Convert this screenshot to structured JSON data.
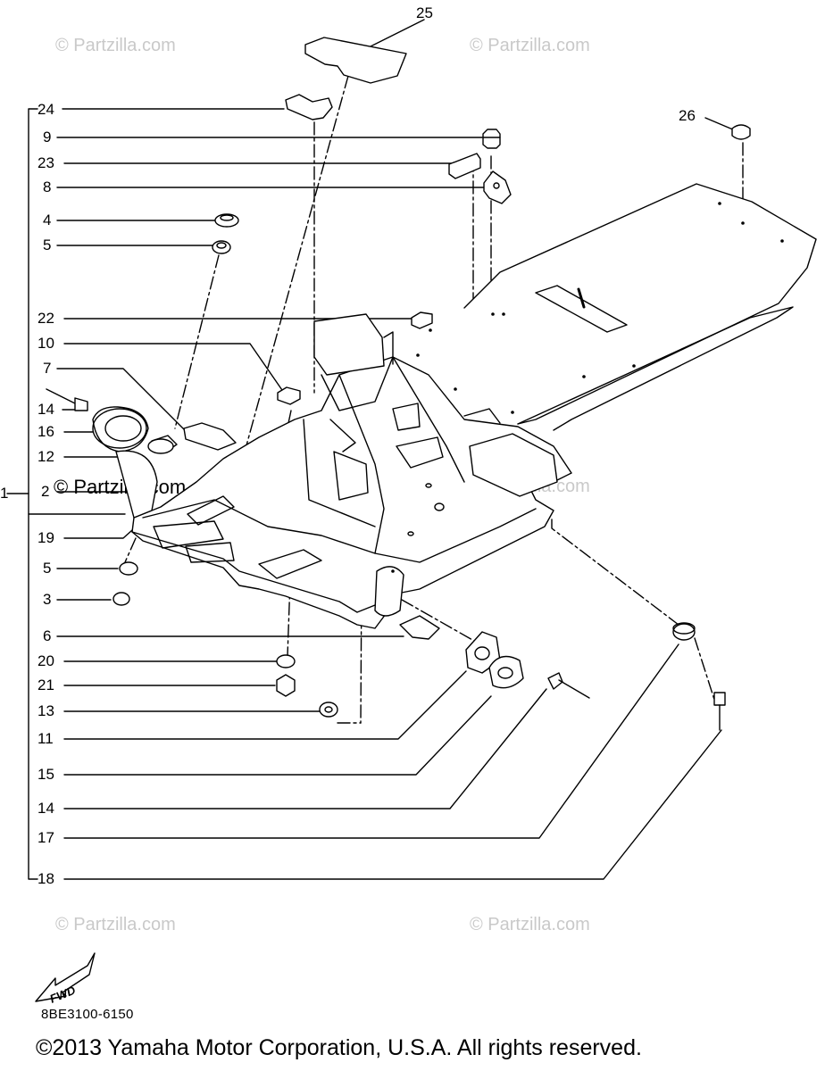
{
  "watermarks": [
    "© Partzilla.com",
    "© Partzilla.com",
    "© Partzilla.com",
    "© Partzilla.com",
    "© Partzilla.com",
    "© Partzilla.com"
  ],
  "callouts": [
    "25",
    "24",
    "9",
    "23",
    "8",
    "4",
    "5",
    "22",
    "10",
    "7",
    "14",
    "16",
    "12",
    "1",
    "2",
    "19",
    "5",
    "3",
    "6",
    "20",
    "21",
    "13",
    "11",
    "15",
    "14",
    "17",
    "18",
    "26"
  ],
  "fwd_label": "FWD",
  "part_code": "8BE3100-6150",
  "copyright": "©2013  Yamaha Motor Corporation, U.S.A. All rights reserved.",
  "colors": {
    "line": "#000000",
    "watermark": "#c9c9c9",
    "background": "#ffffff"
  }
}
